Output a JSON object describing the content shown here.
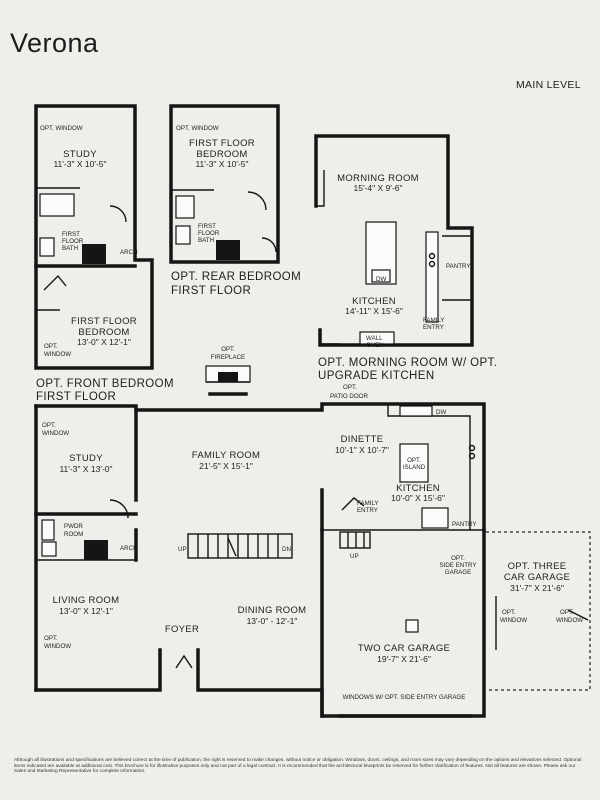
{
  "title": "Verona",
  "level": "MAIN LEVEL",
  "captions": {
    "front_bedroom_1": "OPT. FRONT BEDROOM",
    "front_bedroom_2": "FIRST FLOOR",
    "rear_bedroom_1": "OPT. REAR BEDROOM",
    "rear_bedroom_2": "FIRST FLOOR",
    "morning_room_1": "OPT. MORNING ROOM W/ OPT.",
    "morning_room_2": "UPGRADE KITCHEN"
  },
  "rooms": {
    "study_top": {
      "name": "STUDY",
      "dim": "11'-3\" X 10'-5\"",
      "window": "OPT. WINDOW"
    },
    "ff_bath_a": {
      "line1": "FIRST",
      "line2": "FLOOR",
      "line3": "BATH"
    },
    "ff_bath_b": {
      "line1": "FIRST",
      "line2": "FLOOR",
      "line3": "BATH"
    },
    "arch_label": "ARCH",
    "ff_bedroom_front": {
      "line1": "FIRST FLOOR",
      "line2": "BEDROOM",
      "dim": "13'-0\" X 12'-1\"",
      "window1": "OPT.",
      "window2": "WINDOW"
    },
    "rear_bedroom": {
      "line1": "FIRST FLOOR",
      "line2": "BEDROOM",
      "dim": "11'-3\" X 10'-5\"",
      "window": "OPT. WINDOW"
    },
    "morning_room": {
      "name": "MORNING ROOM",
      "dim": "15'-4\" X 9'-6\""
    },
    "dw_label": "DW",
    "pantry_label": "PANTRY",
    "upgrade_kitchen": {
      "name": "KITCHEN",
      "dim": "14'-11\" X 15'-6\""
    },
    "family_entry": {
      "line1": "FAMILY",
      "line2": "ENTRY"
    },
    "wall_oven": {
      "line1": "WALL",
      "line2": "OVEN"
    },
    "fireplace": {
      "line1": "OPT.",
      "line2": "FIREPLACE"
    },
    "patio_door": {
      "line1": "OPT.",
      "line2": "PATIO DOOR"
    },
    "study_main": {
      "name": "STUDY",
      "dim": "11'-3\" X 13'-0\"",
      "window1": "OPT.",
      "window2": "WINDOW"
    },
    "family_room": {
      "name": "FAMILY ROOM",
      "dim": "21'-5\" X 15'-1\""
    },
    "dinette": {
      "name": "DINETTE",
      "dim": "10'-1\" X 10'-7\""
    },
    "opt_island": {
      "line1": "OPT.",
      "line2": "ISLAND"
    },
    "kitchen": {
      "name": "KITCHEN",
      "dim": "10'-0\" X 15'-6\""
    },
    "powder_room": {
      "line1": "PWDR",
      "line2": "ROOM"
    },
    "stairs": {
      "up": "UP",
      "dn": "DN"
    },
    "side_entry": {
      "line1": "OPT.",
      "line2": "SIDE ENTRY",
      "line3": "GARAGE"
    },
    "living_room": {
      "name": "LIVING ROOM",
      "dim": "13'-0\" X 12'-1\"",
      "window1": "OPT.",
      "window2": "WINDOW"
    },
    "foyer": "FOYER",
    "dining_room": {
      "name": "DINING ROOM",
      "dim": "13'-0\" - 12'-1\""
    },
    "two_car_garage": {
      "name": "TWO CAR GARAGE",
      "dim": "19'-7\" X 21'-6\""
    },
    "garage_windows": "WINDOWS W/ OPT. SIDE ENTRY GARAGE",
    "three_car_garage": {
      "line1": "OPT. THREE",
      "line2": "CAR GARAGE",
      "dim": "31'-7\" X 21'-6\"",
      "opt": "OPT.",
      "window": "WINDOW"
    }
  },
  "disclaimer": "Although all illustrations and specifications are believed correct at the time of publication, the right is reserved to make changes, without notice or obligation. Windows, doors, ceilings, and room sizes may vary depending on the options and elevations selected. Optional items indicated are available at additional cost. This brochure is for illustrative purposes only and not part of a legal contract. It is recommended that the architectural blueprints be reserved for further clarification of features. Not all features are shown. Please ask our Sales and Marketing Representative for complete information."
}
